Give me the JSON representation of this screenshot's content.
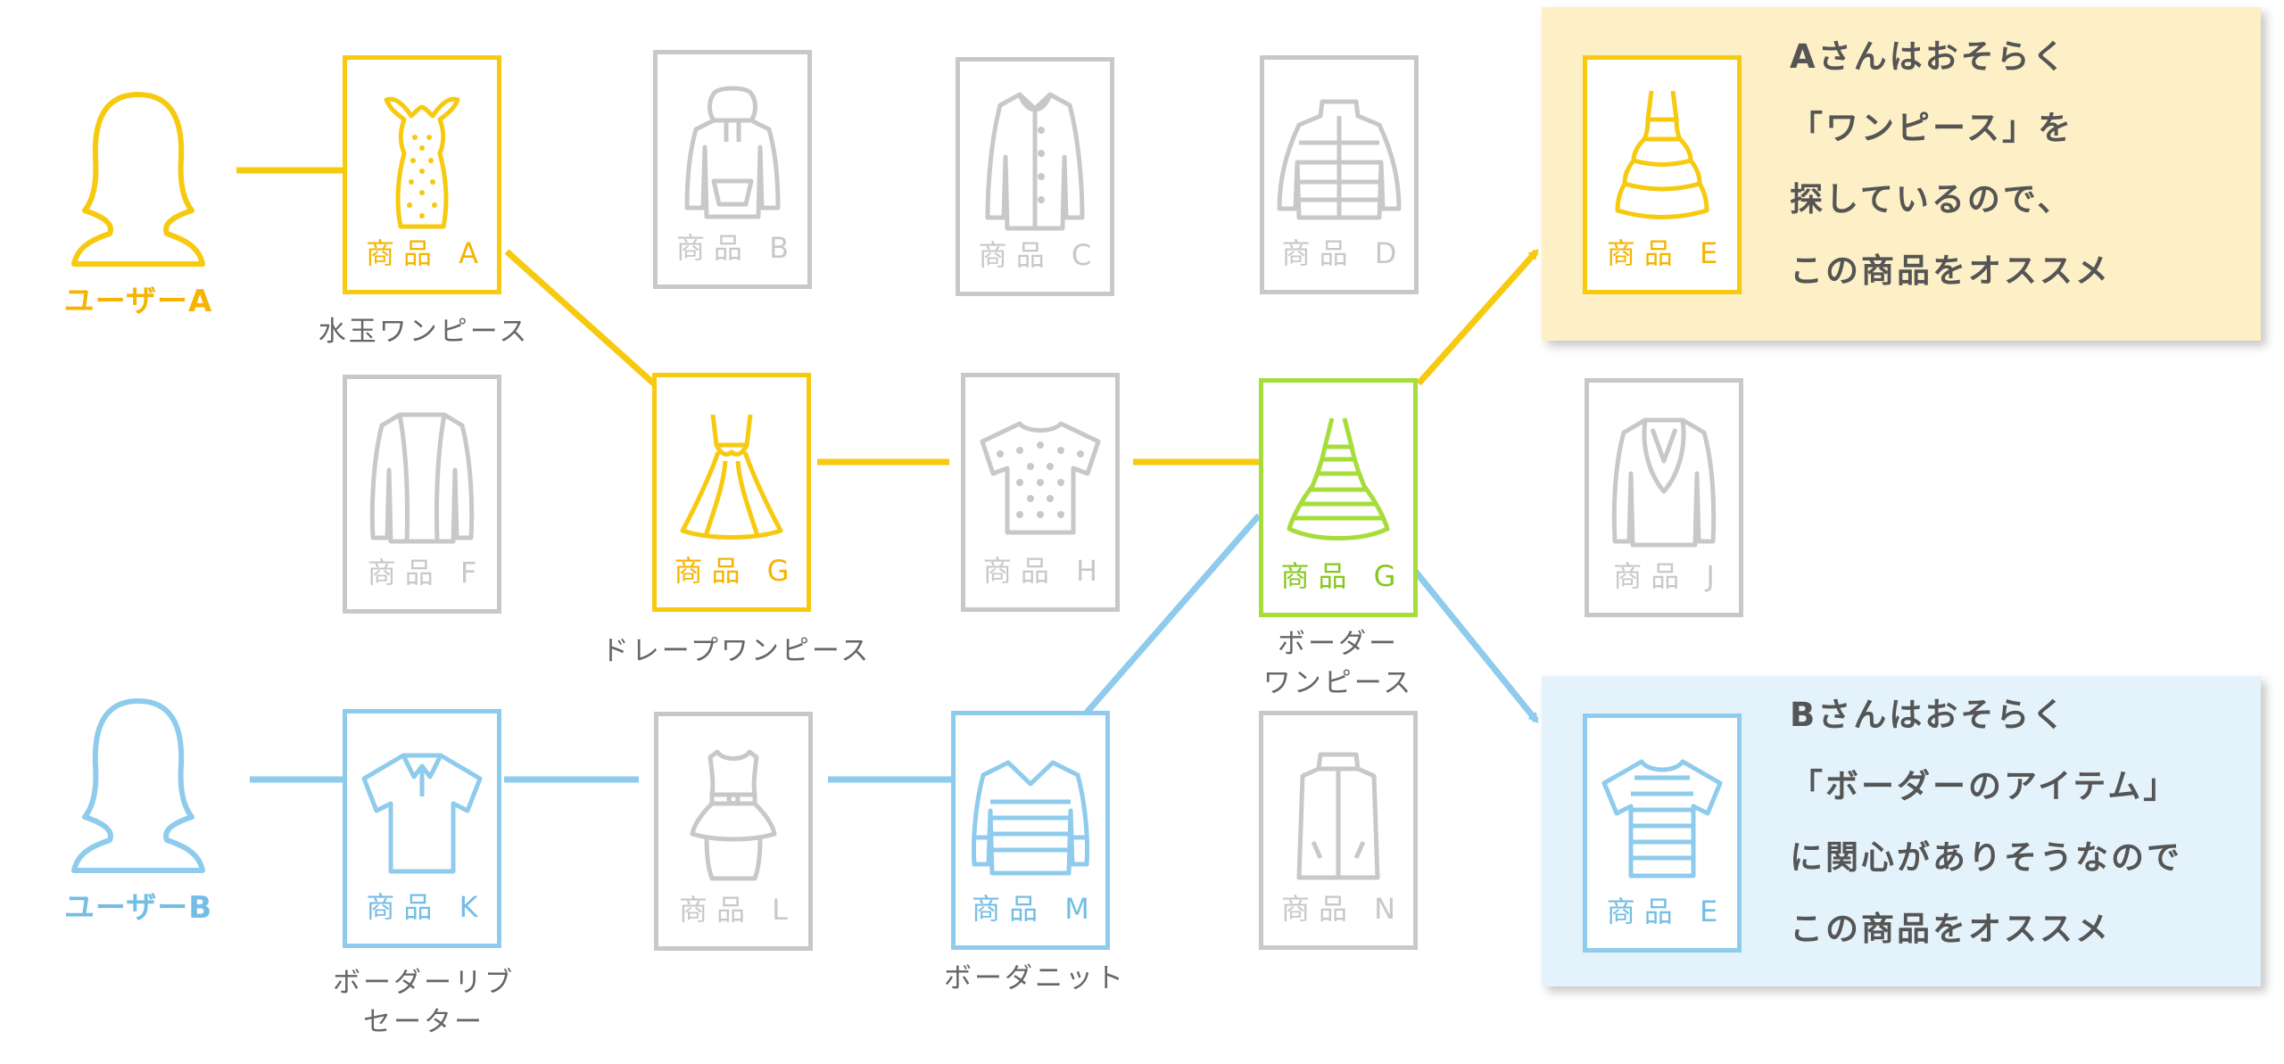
{
  "colors": {
    "yellow": "#f7c90f",
    "blue": "#8ecbec",
    "green": "#a6dd3a",
    "gray": "#c8c8c8",
    "text": "#555555"
  },
  "users": {
    "a": {
      "label": "ユーザーA",
      "icon": "user-silhouette-icon"
    },
    "b": {
      "label": "ユーザーB",
      "icon": "user-silhouette-icon"
    }
  },
  "products": {
    "a": {
      "label": "商品 A",
      "name": "水玉ワンピース",
      "icon": "polka-dot-dress-icon"
    },
    "b": {
      "label": "商品 B",
      "icon": "hoodie-icon"
    },
    "c": {
      "label": "商品 C",
      "icon": "coat-icon"
    },
    "d": {
      "label": "商品 D",
      "icon": "down-jacket-icon"
    },
    "f": {
      "label": "商品 F",
      "icon": "cardigan-icon"
    },
    "g1": {
      "label": "商品 G",
      "name": "ドレープワンピース",
      "icon": "drape-dress-icon"
    },
    "h": {
      "label": "商品 H",
      "icon": "polka-dot-tshirt-icon"
    },
    "g2": {
      "label": "商品 G",
      "name_line1": "ボーダー",
      "name_line2": "ワンピース",
      "icon": "striped-dress-icon"
    },
    "j": {
      "label": "商品 J",
      "icon": "jacket-icon"
    },
    "k": {
      "label": "商品 K",
      "name_line1": "ボーダーリブ",
      "name_line2": "セーター",
      "icon": "polo-shirt-icon"
    },
    "l": {
      "label": "商品 L",
      "icon": "peplum-dress-icon"
    },
    "m": {
      "label": "商品 M",
      "name": "ボーダニット",
      "icon": "striped-knit-icon"
    },
    "n": {
      "label": "商品 N",
      "icon": "vest-icon"
    }
  },
  "recommendations": {
    "a": {
      "product_label": "商品 E",
      "icon": "ruffle-dress-icon",
      "lines": [
        "Aさんはおそらく",
        "「ワンピース」を",
        "探しているので、",
        "この商品をオススメ"
      ]
    },
    "b": {
      "product_label": "商品 E",
      "icon": "striped-tshirt-icon",
      "lines": [
        "Bさんはおそらく",
        "「ボーダーのアイテム」",
        "に関心がありそうなので",
        "この商品をオススメ"
      ]
    }
  }
}
